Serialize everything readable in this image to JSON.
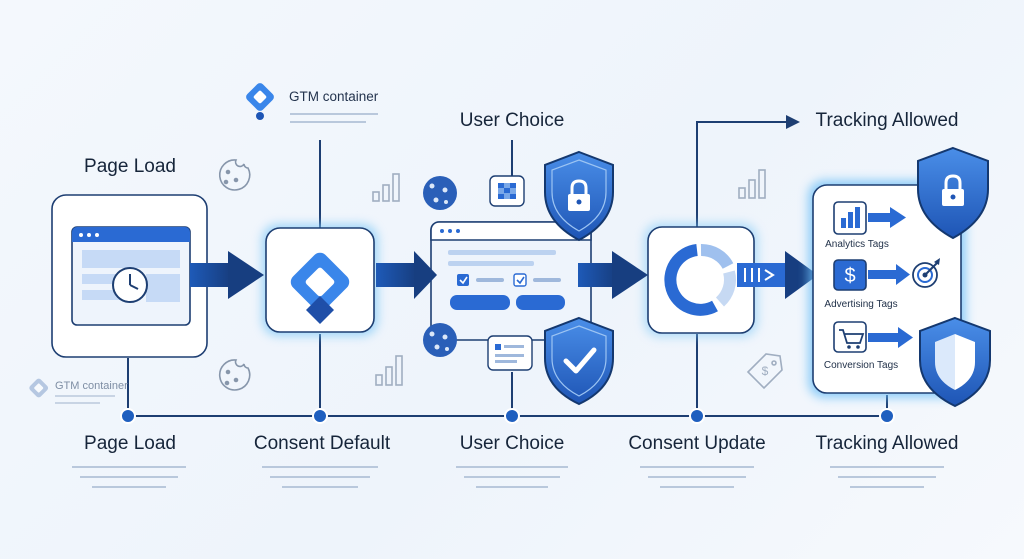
{
  "top": {
    "page_load": "Page Load",
    "user_choice": "User Choice",
    "tracking_allowed": "Tracking Allowed"
  },
  "gtm": {
    "label": "GTM container",
    "label_faint": "GTM container"
  },
  "bottom": {
    "steps": [
      "Page Load",
      "Consent Default",
      "User Choice",
      "Consent Update",
      "Tracking Allowed"
    ]
  },
  "tags": {
    "analytics": "Analytics Tags",
    "advertising": "Advertising Tags",
    "conversion": "Conversion Tags"
  },
  "icons": [
    "gtm-logo-icon",
    "browser-window-icon",
    "clock-icon",
    "cookie-icon",
    "bar-chart-icon",
    "shield-lock-icon",
    "shield-check-icon",
    "consent-banner-icon",
    "consent-donut-icon",
    "dollar-icon",
    "target-icon",
    "cart-icon",
    "price-tag-icon",
    "shield-icon"
  ],
  "colors": {
    "primary": "#1f5fbf",
    "dark_navy": "#15366d",
    "accent": "#3b82e6",
    "glow": "#5ab8f5"
  }
}
